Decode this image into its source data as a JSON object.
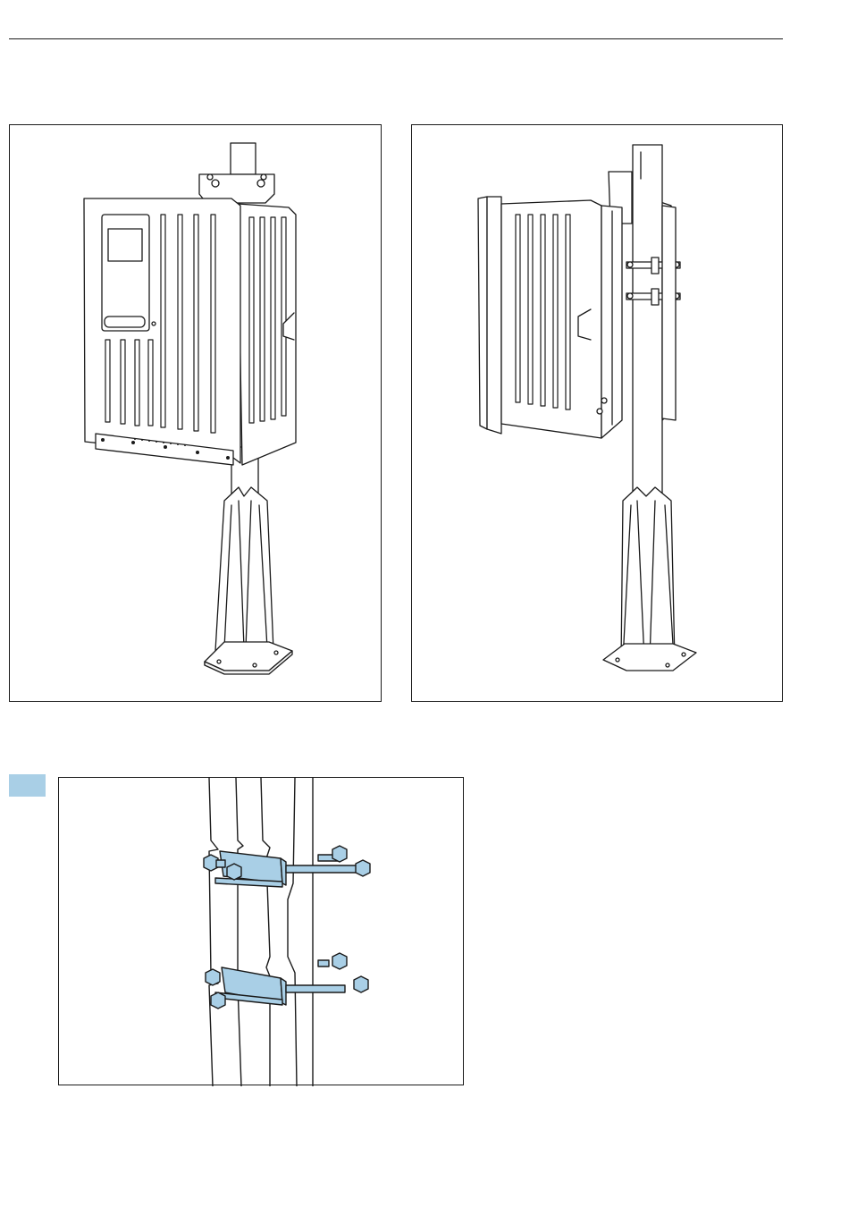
{
  "page": {
    "background_color": "#ffffff",
    "line_color": "#1a1a1a",
    "highlight_color": "#a9cfe6"
  },
  "figures": [
    {
      "name": "analyzer-on-post-front-view",
      "icon": "cabinet-on-post-front"
    },
    {
      "name": "analyzer-on-post-side-view",
      "icon": "cabinet-on-post-side"
    },
    {
      "name": "post-clamp-bolts-detail",
      "icon": "clamp-bolts-detail"
    }
  ]
}
